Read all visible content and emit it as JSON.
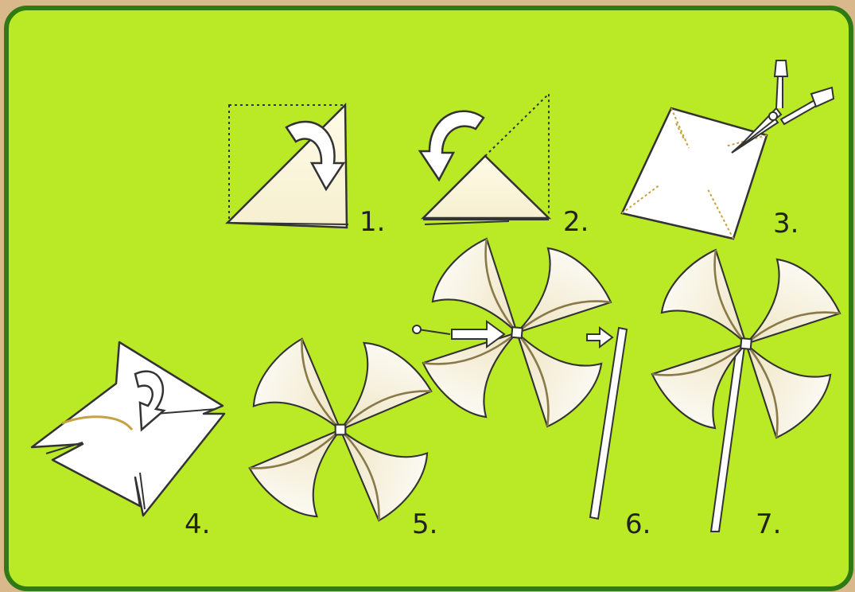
{
  "steps": [
    {
      "id": 1,
      "label": "1."
    },
    {
      "id": 2,
      "label": "2."
    },
    {
      "id": 3,
      "label": "3."
    },
    {
      "id": 4,
      "label": "4."
    },
    {
      "id": 5,
      "label": "5."
    },
    {
      "id": 6,
      "label": "6."
    },
    {
      "id": 7,
      "label": "7."
    }
  ],
  "colors": {
    "panel": "#b9ea25",
    "panel_border": "#2f7a12",
    "frame": "#d9b98c",
    "paper": "#ffffff",
    "paper_shade": "#f3ecd0",
    "outline": "#333333"
  }
}
